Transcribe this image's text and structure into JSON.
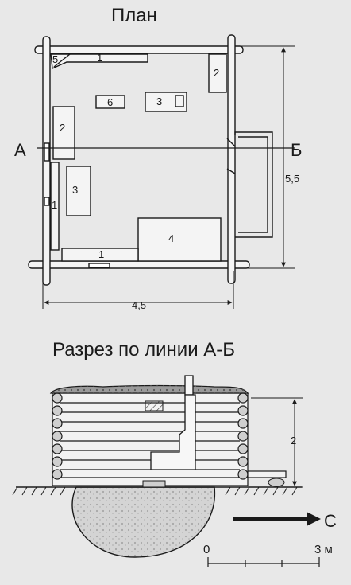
{
  "plan": {
    "title": "План",
    "numbers": {
      "bench_top": "1",
      "corner": "5",
      "shelf_right": "2",
      "table": "6",
      "stove": "3",
      "bunk_left": "2",
      "bed_left": "3",
      "bench_left": "1",
      "bed_large": "4",
      "bench_bottom": "1"
    },
    "section_marks": {
      "left": "А",
      "right": "Б"
    },
    "dim_height": "5,5",
    "dim_width": "4,5"
  },
  "section": {
    "title": "Разрез по линии А-Б",
    "dim_height": "2"
  },
  "compass": {
    "label": "С"
  },
  "scale": {
    "start": "0",
    "end": "3 м"
  }
}
